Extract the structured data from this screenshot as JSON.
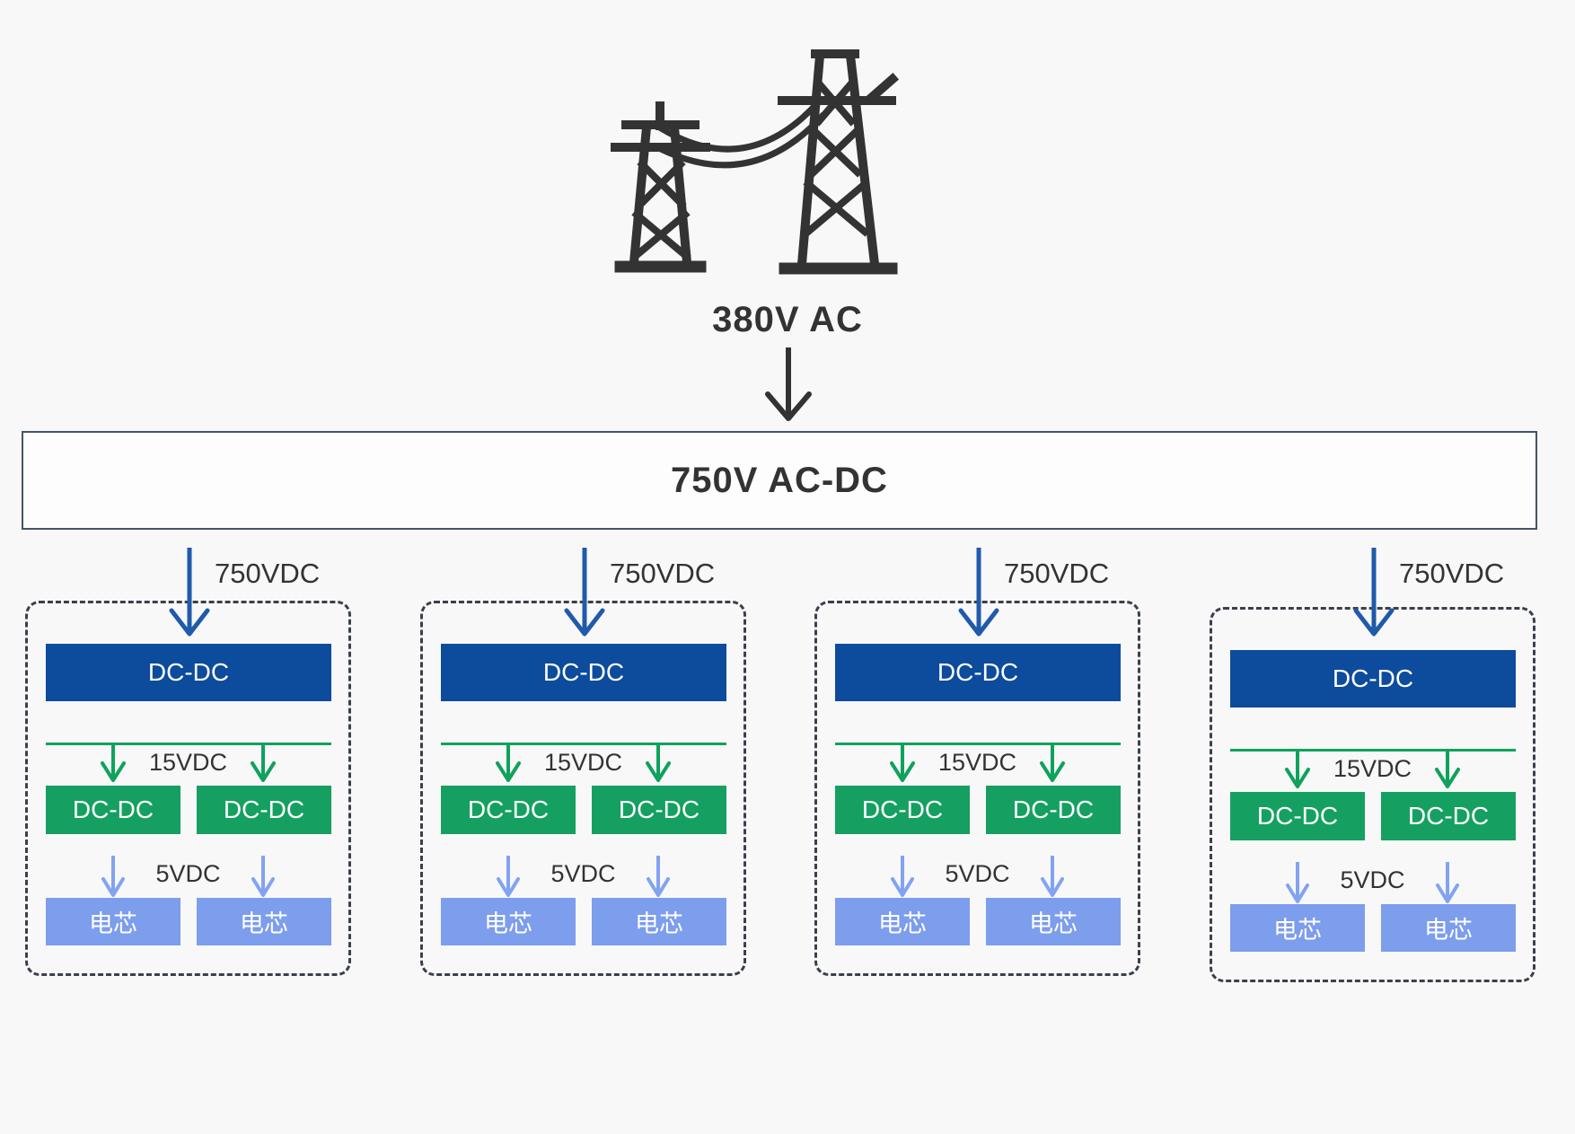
{
  "header": {
    "grid_label": "380V AC",
    "acdc_label": "750V AC-DC"
  },
  "branches": [
    {
      "input_label": "750VDC",
      "primary_converter": "DC-DC",
      "mid_voltage_label": "15VDC",
      "secondary_converters": [
        "DC-DC",
        "DC-DC"
      ],
      "low_voltage_label": "5VDC",
      "cells": [
        "电芯",
        "电芯"
      ]
    },
    {
      "input_label": "750VDC",
      "primary_converter": "DC-DC",
      "mid_voltage_label": "15VDC",
      "secondary_converters": [
        "DC-DC",
        "DC-DC"
      ],
      "low_voltage_label": "5VDC",
      "cells": [
        "电芯",
        "电芯"
      ]
    },
    {
      "input_label": "750VDC",
      "primary_converter": "DC-DC",
      "mid_voltage_label": "15VDC",
      "secondary_converters": [
        "DC-DC",
        "DC-DC"
      ],
      "low_voltage_label": "5VDC",
      "cells": [
        "电芯",
        "电芯"
      ]
    },
    {
      "input_label": "750VDC",
      "primary_converter": "DC-DC",
      "mid_voltage_label": "15VDC",
      "secondary_converters": [
        "DC-DC",
        "DC-DC"
      ],
      "low_voltage_label": "5VDC",
      "cells": [
        "电芯",
        "电芯"
      ]
    }
  ],
  "colors": {
    "background": "#f8f8f8",
    "primary_box": "#0d4b9c",
    "secondary_box": "#15a061",
    "cell_box": "#7d9ded",
    "input_arrow": "#1f5aab",
    "mid_arrow": "#0fa25c",
    "low_arrow": "#82a3f2",
    "outline": "#44546a",
    "dash_border": "#3a404b",
    "text_dark": "#333333",
    "tower_icon": "#333333"
  }
}
